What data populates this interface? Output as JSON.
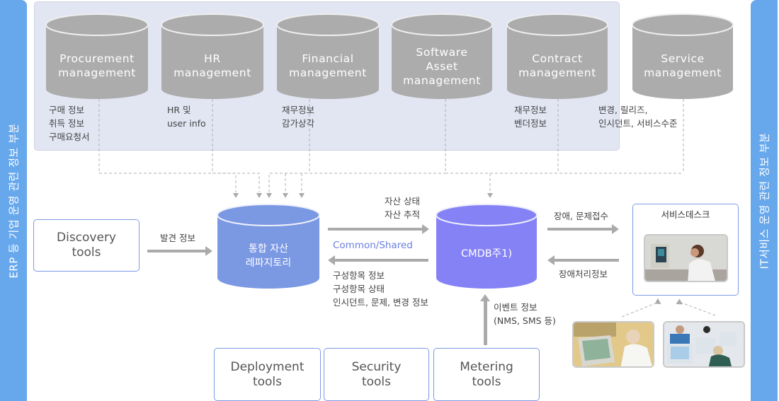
{
  "sidebars": {
    "left": {
      "label": "ERP 등 기업 운영 관련 정보 부분"
    },
    "right": {
      "label": "IT서비스 운영 관련 정보 부분"
    }
  },
  "source_systems": [
    {
      "id": "procurement",
      "name": "Procurement\nmanagement",
      "lines": [
        "Procurement",
        "management"
      ],
      "info": [
        "구매 정보",
        "취득 정보",
        "구매요청서"
      ]
    },
    {
      "id": "hr",
      "name": "HR management",
      "lines": [
        "HR",
        "management"
      ],
      "info": [
        "HR 및",
        "user info"
      ]
    },
    {
      "id": "financial",
      "name": "Financial management",
      "lines": [
        "Financial",
        "management"
      ],
      "info": [
        "재무정보",
        "감가상각"
      ]
    },
    {
      "id": "software-asset",
      "name": "Software Asset management",
      "lines": [
        "Software",
        "Asset",
        "management"
      ],
      "info": []
    },
    {
      "id": "contract",
      "name": "Contract management",
      "lines": [
        "Contract",
        "management"
      ],
      "info": [
        "재무정보",
        "벤더정보"
      ]
    },
    {
      "id": "service",
      "name": "Service management",
      "lines": [
        "Service",
        "management"
      ],
      "info": [
        "변경, 릴리즈,",
        "인시던트, 서비스수준"
      ]
    }
  ],
  "repository": {
    "lines": [
      "통합 자산",
      "레파지토리"
    ]
  },
  "cmdb": {
    "label": "CMDB주1)"
  },
  "discovery": {
    "lines": [
      "Discovery",
      "tools"
    ],
    "arrow_label": "발견 정보"
  },
  "repo_to_cmdb": {
    "label": [
      "자산 상태",
      "자산 추적"
    ]
  },
  "shared_label": "Common/Shared",
  "cmdb_to_repo": {
    "label": [
      "구성항목 정보",
      "구성항목 상태",
      "인시던트, 문제, 변경 정보"
    ]
  },
  "cmdb_to_desk": {
    "label": "장애, 문제접수"
  },
  "desk_to_cmdb": {
    "label": "장애처리정보"
  },
  "event_info": {
    "label": [
      "이벤트 정보",
      "(NMS, SMS 등)"
    ]
  },
  "service_desk": {
    "title": "서비스데스크"
  },
  "bottom_tools": [
    {
      "lines": [
        "Deployment",
        "tools"
      ]
    },
    {
      "lines": [
        "Security",
        "tools"
      ]
    },
    {
      "lines": [
        "Metering",
        "tools"
      ]
    }
  ],
  "colors": {
    "sidebar": "#67a8ec",
    "gray_cylinder": "#acacac",
    "repository": "#7b98e3",
    "cmdb": "#8582f5",
    "box_border": "#7b9ae6",
    "arrow": "#aaaaaa"
  }
}
